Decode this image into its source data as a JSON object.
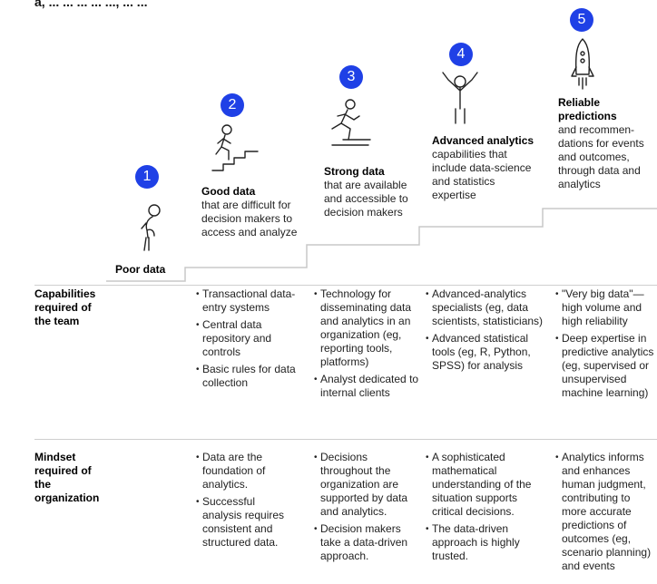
{
  "title_fragment": "a, ... ... ... ... ..., ... ...",
  "stages": [
    {
      "badge": "1",
      "head": "Poor data",
      "desc": ""
    },
    {
      "badge": "2",
      "head": "Good data",
      "desc": "that are difficult for decision makers to access and analyze"
    },
    {
      "badge": "3",
      "head": "Strong data",
      "desc": "that are available and accessible to decision makers"
    },
    {
      "badge": "4",
      "head": "Advanced analytics",
      "desc": "capabilities that include data-science and statistics expertise"
    },
    {
      "badge": "5",
      "head": "Reliable predictions",
      "desc": "and recommen-dations for events and outcomes, through data and analytics"
    }
  ],
  "rows": {
    "capabilities": {
      "label": "Capabilities required of the team",
      "columns": [
        [
          "Transactional data-entry systems",
          "Central data repository and controls",
          "Basic rules for data collection"
        ],
        [
          "Technology for disseminating data and analytics in an organization (eg, reporting tools, platforms)",
          "Analyst dedicated to internal clients"
        ],
        [
          "Advanced-analytics specialists (eg, data scientists, statisticians)",
          "Advanced statistical tools (eg, R, Python, SPSS) for analysis"
        ],
        [
          "\"Very big data\"—high volume and high reliability",
          "Deep expertise in predictive analytics (eg, supervised or unsupervised machine learning)"
        ]
      ]
    },
    "mindset": {
      "label": "Mindset required of the organization",
      "columns": [
        [
          "Data are the foundation of analytics.",
          "Successful analysis requires consistent and structured data."
        ],
        [
          "Decisions throughout the organization are supported by data and analytics.",
          "Decision makers take a data-driven approach."
        ],
        [
          "A sophisticated mathematical understanding of the situation supports critical decisions.",
          "The data-driven approach is highly trusted."
        ],
        [
          "Analytics informs and enhances human judgment, contributing to more accurate predictions of outcomes (eg, scenario planning) and events"
        ]
      ]
    }
  },
  "colors": {
    "badge": "#1f40e6",
    "step_line": "#c8c8c8",
    "divider": "#cfcfcf"
  }
}
